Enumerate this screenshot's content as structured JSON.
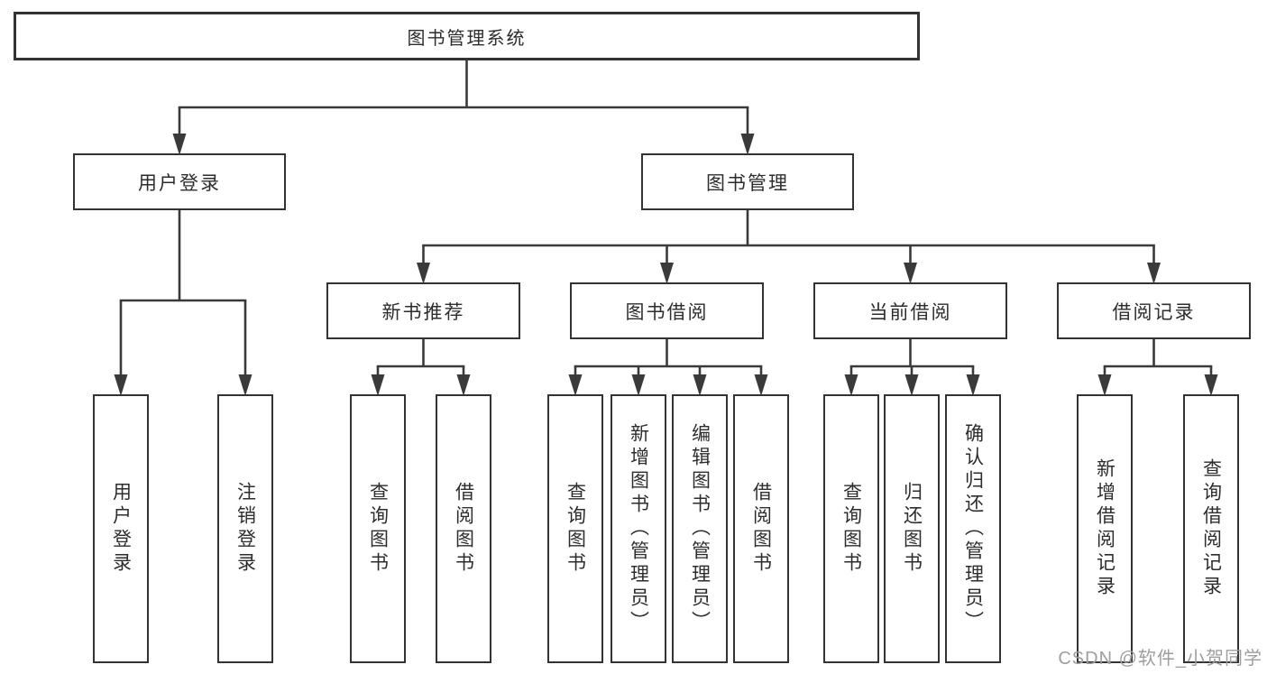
{
  "diagram_title": "图书管理系统",
  "colors": {
    "background": "#ffffff",
    "line": "#3a3a3a",
    "box_border": "#333333",
    "text": "#2d2d2d",
    "watermark": "#9e9e9e"
  },
  "watermark": {
    "text": "CSDN @软件_小贺同学"
  },
  "nodes": [
    {
      "id": "root",
      "label": "图书管理系统",
      "orientation": "horizontal",
      "level": "root"
    },
    {
      "id": "user-login",
      "label": "用户登录",
      "orientation": "horizontal",
      "level": "branch"
    },
    {
      "id": "book-management",
      "label": "图书管理",
      "orientation": "horizontal",
      "level": "branch"
    },
    {
      "id": "new-book-recommendation",
      "label": "新书推荐",
      "orientation": "horizontal",
      "level": "branch"
    },
    {
      "id": "book-borrowing",
      "label": "图书借阅",
      "orientation": "horizontal",
      "level": "branch"
    },
    {
      "id": "current-borrowing",
      "label": "当前借阅",
      "orientation": "horizontal",
      "level": "branch"
    },
    {
      "id": "borrowing-records",
      "label": "借阅记录",
      "orientation": "horizontal",
      "level": "branch"
    },
    {
      "id": "leaf-user-login",
      "label": "用户登录",
      "orientation": "vertical",
      "level": "leaf"
    },
    {
      "id": "leaf-logout",
      "label": "注销登录",
      "orientation": "vertical",
      "level": "leaf"
    },
    {
      "id": "leaf-query-books-recommend",
      "label": "查询图书",
      "orientation": "vertical",
      "level": "leaf"
    },
    {
      "id": "leaf-borrow-books-recommend",
      "label": "借阅图书",
      "orientation": "vertical",
      "level": "leaf"
    },
    {
      "id": "leaf-query-books-borrow",
      "label": "查询图书",
      "orientation": "vertical",
      "level": "leaf"
    },
    {
      "id": "leaf-add-books-admin",
      "label": "新增图书（管理员）",
      "orientation": "vertical",
      "level": "leaf"
    },
    {
      "id": "leaf-edit-books-admin",
      "label": "编辑图书（管理员）",
      "orientation": "vertical",
      "level": "leaf"
    },
    {
      "id": "leaf-borrow-books",
      "label": "借阅图书",
      "orientation": "vertical",
      "level": "leaf"
    },
    {
      "id": "leaf-query-books-current",
      "label": "查询图书",
      "orientation": "vertical",
      "level": "leaf"
    },
    {
      "id": "leaf-return-books",
      "label": "归还图书",
      "orientation": "vertical",
      "level": "leaf"
    },
    {
      "id": "leaf-confirm-return-admin",
      "label": "确认归还（管理员）",
      "orientation": "vertical",
      "level": "leaf"
    },
    {
      "id": "leaf-add-borrow-record",
      "label": "新增借阅记录",
      "orientation": "vertical",
      "level": "leaf"
    },
    {
      "id": "leaf-query-borrow-record",
      "label": "查询借阅记录",
      "orientation": "vertical",
      "level": "leaf"
    }
  ],
  "hierarchy": {
    "root": [
      "user-login",
      "book-management"
    ],
    "user-login": [
      "leaf-user-login",
      "leaf-logout"
    ],
    "book-management": [
      "new-book-recommendation",
      "book-borrowing",
      "current-borrowing",
      "borrowing-records"
    ],
    "new-book-recommendation": [
      "leaf-query-books-recommend",
      "leaf-borrow-books-recommend"
    ],
    "book-borrowing": [
      "leaf-query-books-borrow",
      "leaf-add-books-admin",
      "leaf-edit-books-admin",
      "leaf-borrow-books"
    ],
    "current-borrowing": [
      "leaf-query-books-current",
      "leaf-return-books",
      "leaf-confirm-return-admin"
    ],
    "borrowing-records": [
      "leaf-add-borrow-record",
      "leaf-query-borrow-record"
    ]
  }
}
